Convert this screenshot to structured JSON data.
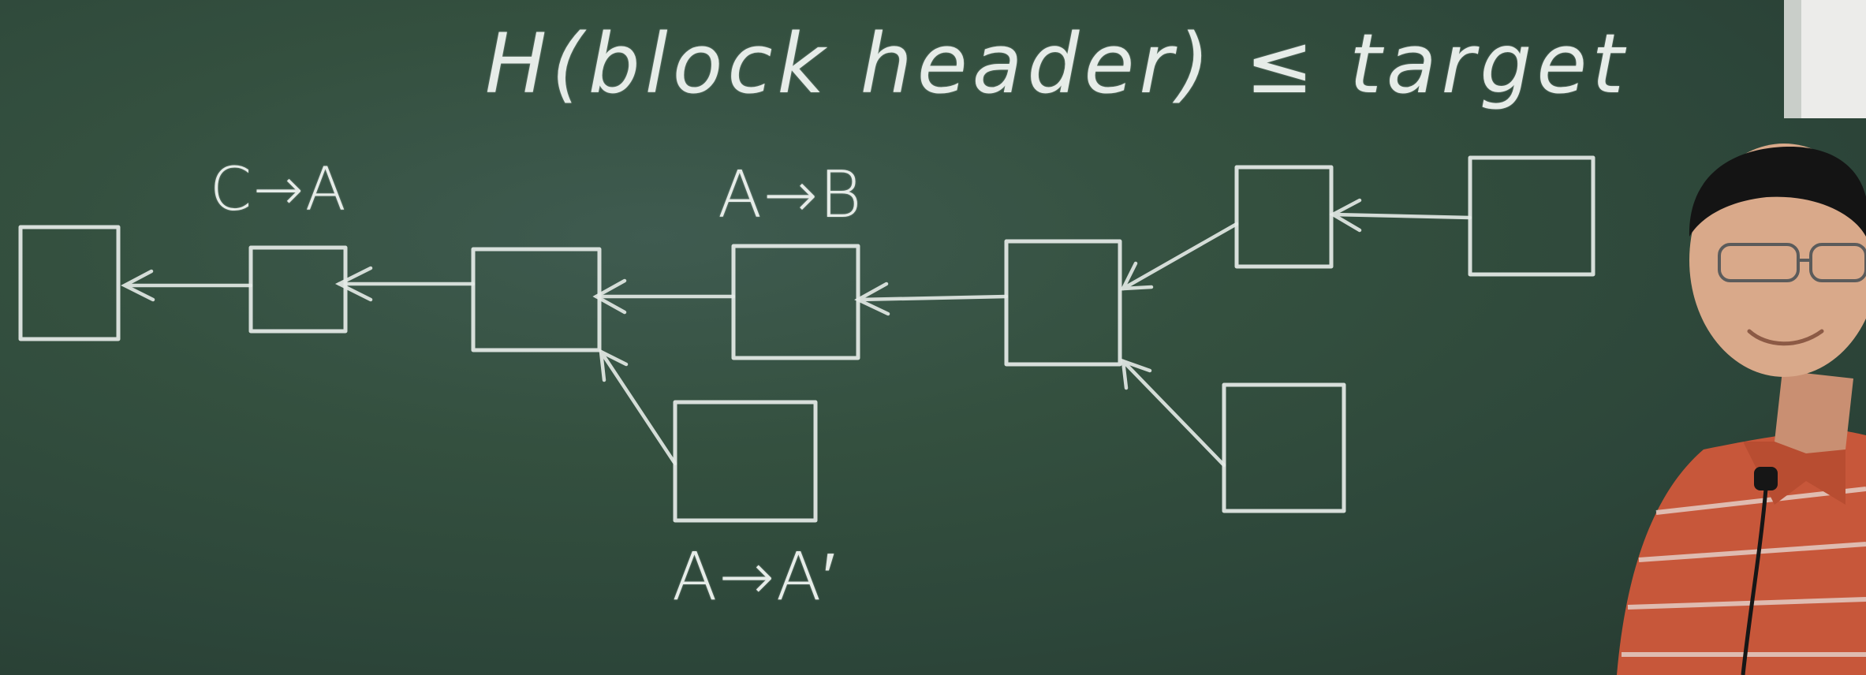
{
  "board": {
    "formula": "H(block header) ≤ target",
    "labels": {
      "fork_c_a": "C→A",
      "fork_a_b": "A→B",
      "fork_a_aprime": "A→A′"
    }
  },
  "colors": {
    "chalkboard": "#2f4a3f",
    "chalk": "#e6ece8",
    "shirt": "#c7573a",
    "skin": "#d9a98a",
    "hair": "#141414"
  },
  "icons": {
    "microphone": "clip-on-microphone-icon"
  }
}
